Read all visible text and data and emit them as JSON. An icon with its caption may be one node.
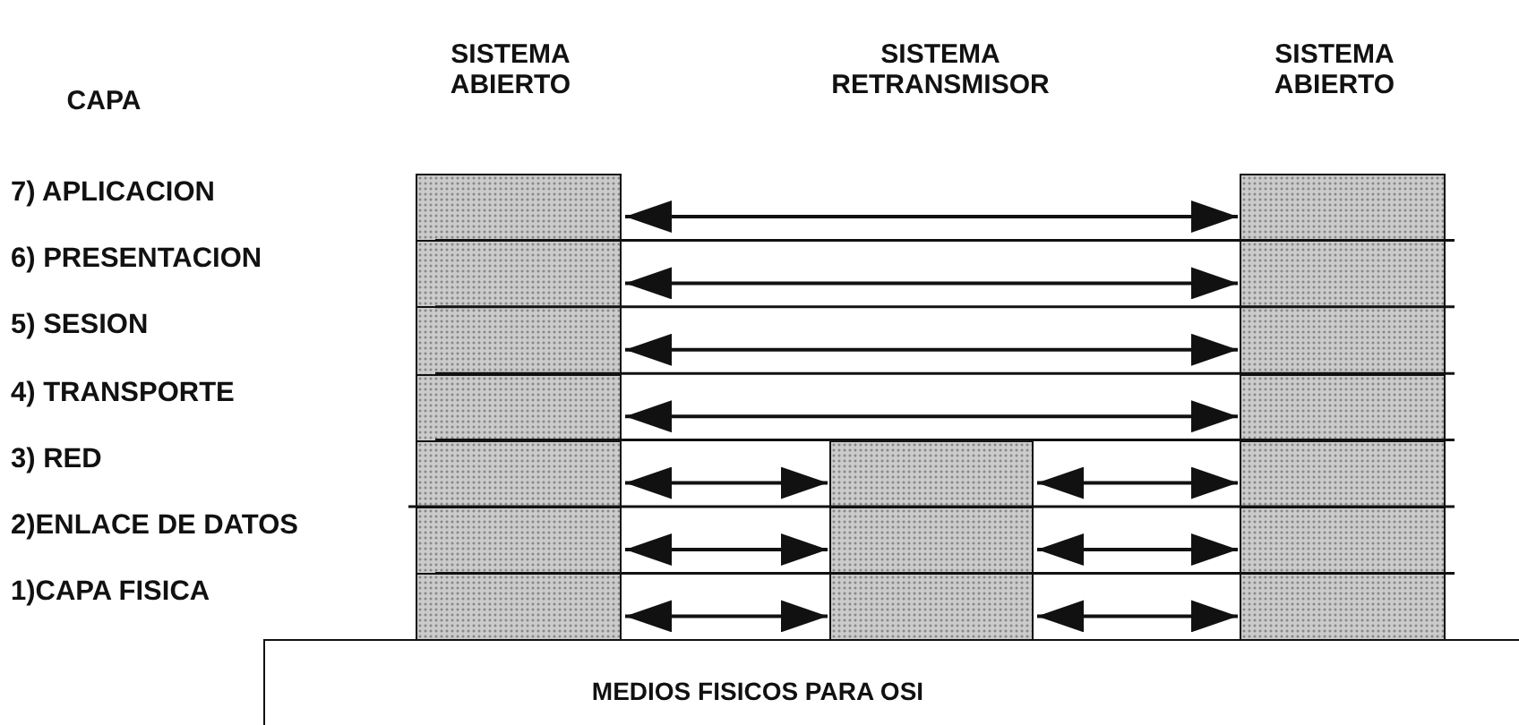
{
  "diagram": {
    "nodes": [
      {
        "text": [],
        "shape": "box"
      },
      {
        "text": [],
        "shape": "box"
      },
      {
        "text": [],
        "shape": "box"
      },
      {
        "text": [],
        "shape": "box"
      },
      {
        "text": [],
        "shape": "box"
      },
      {
        "text": [],
        "shape": "box"
      },
      {
        "text": [],
        "shape": "box"
      },
      {
        "text": [],
        "shape": "box"
      },
      {
        "text": [],
        "shape": "box"
      },
      {
        "text": [],
        "shape": "box"
      },
      {
        "text": [],
        "shape": "box"
      },
      {
        "text": [],
        "shape": "box"
      },
      {
        "text": [],
        "shape": "box"
      },
      {
        "text": [],
        "shape": "box"
      },
      {
        "text": [],
        "shape": "box"
      },
      {
        "text": [],
        "shape": "box"
      },
      {
        "text": [],
        "shape": "box"
      },
      {
        "text": [
          "MEDIOS FISICOS PARA OSI"
        ]
      }
    ],
    "edges": [
      {
        "from": 0,
        "to": 10,
        "arrow": "both"
      },
      {
        "from": 1,
        "to": 11,
        "arrow": "both"
      },
      {
        "from": 2,
        "to": 12,
        "arrow": "both"
      },
      {
        "from": 3,
        "to": 13,
        "arrow": "both"
      },
      {
        "from": 4,
        "to": 7,
        "arrow": "both"
      },
      {
        "from": 7,
        "to": 14,
        "arrow": "both"
      },
      {
        "from": 5,
        "to": 8,
        "arrow": "both"
      },
      {
        "from": 8,
        "to": 15,
        "arrow": "both"
      },
      {
        "from": 6,
        "to": 9,
        "arrow": "both"
      },
      {
        "from": 9,
        "to": 16,
        "arrow": "both"
      }
    ],
    "labels": [
      "CAPA",
      "SISTEMA ABIERTO",
      "SISTEMA RETRANSMISOR",
      "SISTEMA ABIERTO",
      "7) APLICACION",
      "6) PRESENTACION",
      "5) SESION",
      "4) TRANSPORTE",
      "3) RED",
      "2)ENLACE DE DATOS",
      "1)CAPA FISICA"
    ]
  }
}
